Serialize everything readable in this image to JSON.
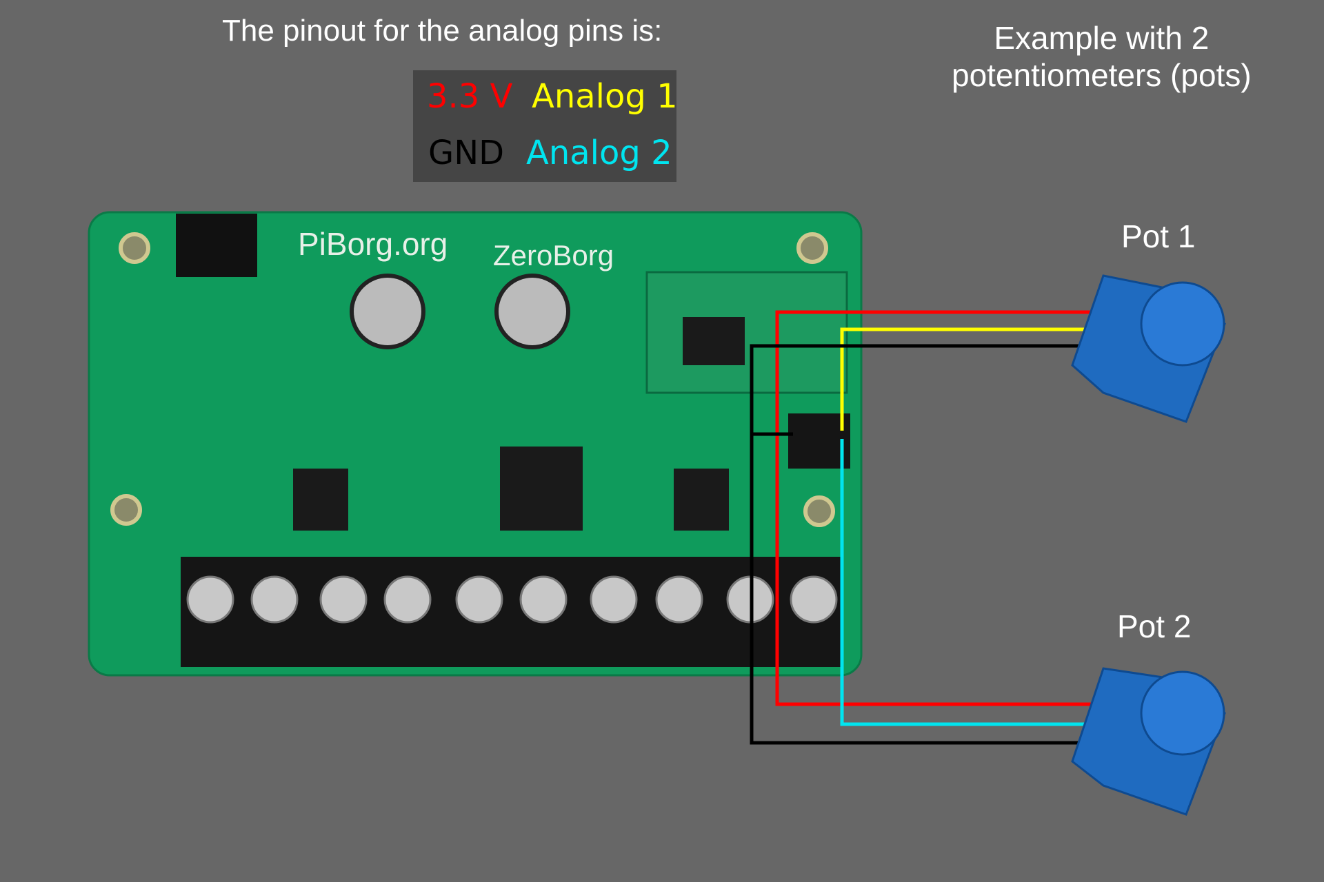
{
  "title": "The pinout for the analog pins is:",
  "legend": {
    "vcc": {
      "label": "3.3 V",
      "color": "#ff0000"
    },
    "analog1": {
      "label": "Analog 1",
      "color": "#ffff00"
    },
    "gnd": {
      "label": "GND",
      "color": "#000000"
    },
    "analog2": {
      "label": "Analog 2",
      "color": "#00e5f0"
    }
  },
  "example": {
    "line1": "Example with 2",
    "line2": "potentiometers (pots)"
  },
  "board": {
    "brand": "PiBorg.org",
    "name": "ZeroBorg"
  },
  "pots": [
    {
      "label": "Pot 1"
    },
    {
      "label": "Pot 2"
    }
  ]
}
